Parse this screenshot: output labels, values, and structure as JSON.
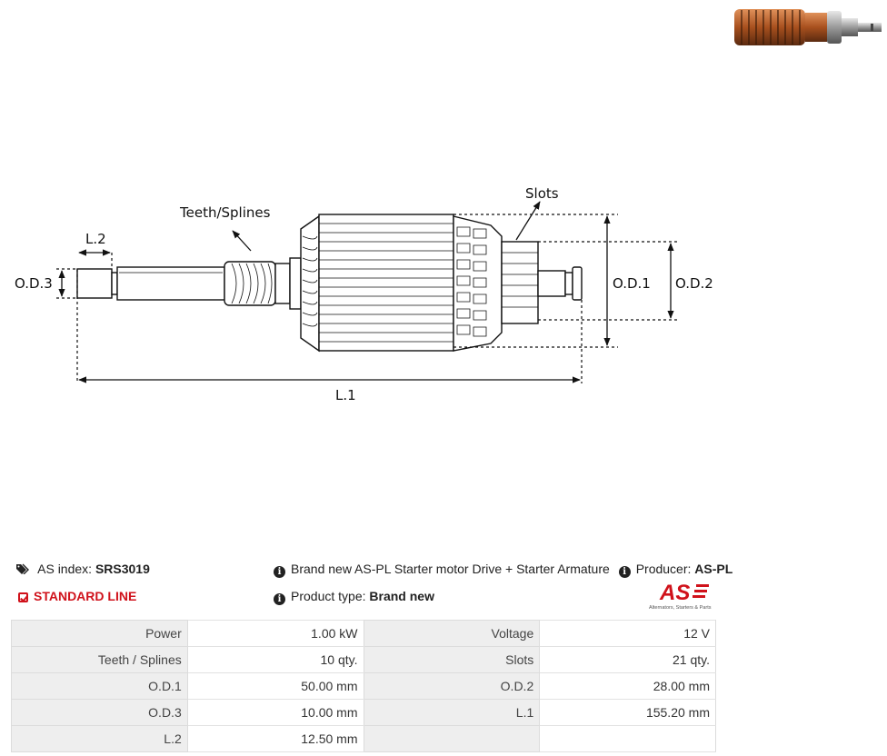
{
  "diagram": {
    "label_slots": "Slots",
    "label_teeth": "Teeth/Splines",
    "label_l2": "L.2",
    "label_od3": "O.D.3",
    "label_od1": "O.D.1",
    "label_od2": "O.D.2",
    "label_l1": "L.1"
  },
  "info": {
    "as_index_label": "AS index:",
    "as_index_value": "SRS3019",
    "standard_line": "STANDARD LINE",
    "description": "Brand new AS-PL Starter motor Drive + Starter Armature",
    "producer_label": "Producer:",
    "producer_value": "AS-PL",
    "product_type_label": "Product type:",
    "product_type_value": "Brand new"
  },
  "logo": {
    "text": "AS",
    "tagline": "Alternators, Starters & Parts",
    "color": "#d0121b"
  },
  "specs": [
    [
      {
        "label": "Power",
        "value": "1.00 kW"
      },
      {
        "label": "Voltage",
        "value": "12 V"
      }
    ],
    [
      {
        "label": "Teeth / Splines",
        "value": "10 qty."
      },
      {
        "label": "Slots",
        "value": "21 qty."
      }
    ],
    [
      {
        "label": "O.D.1",
        "value": "50.00 mm"
      },
      {
        "label": "O.D.2",
        "value": "28.00 mm"
      }
    ],
    [
      {
        "label": "O.D.3",
        "value": "10.00 mm"
      },
      {
        "label": "L.1",
        "value": "155.20 mm"
      }
    ],
    [
      {
        "label": "L.2",
        "value": "12.50 mm"
      },
      {
        "label": "",
        "value": ""
      }
    ]
  ]
}
